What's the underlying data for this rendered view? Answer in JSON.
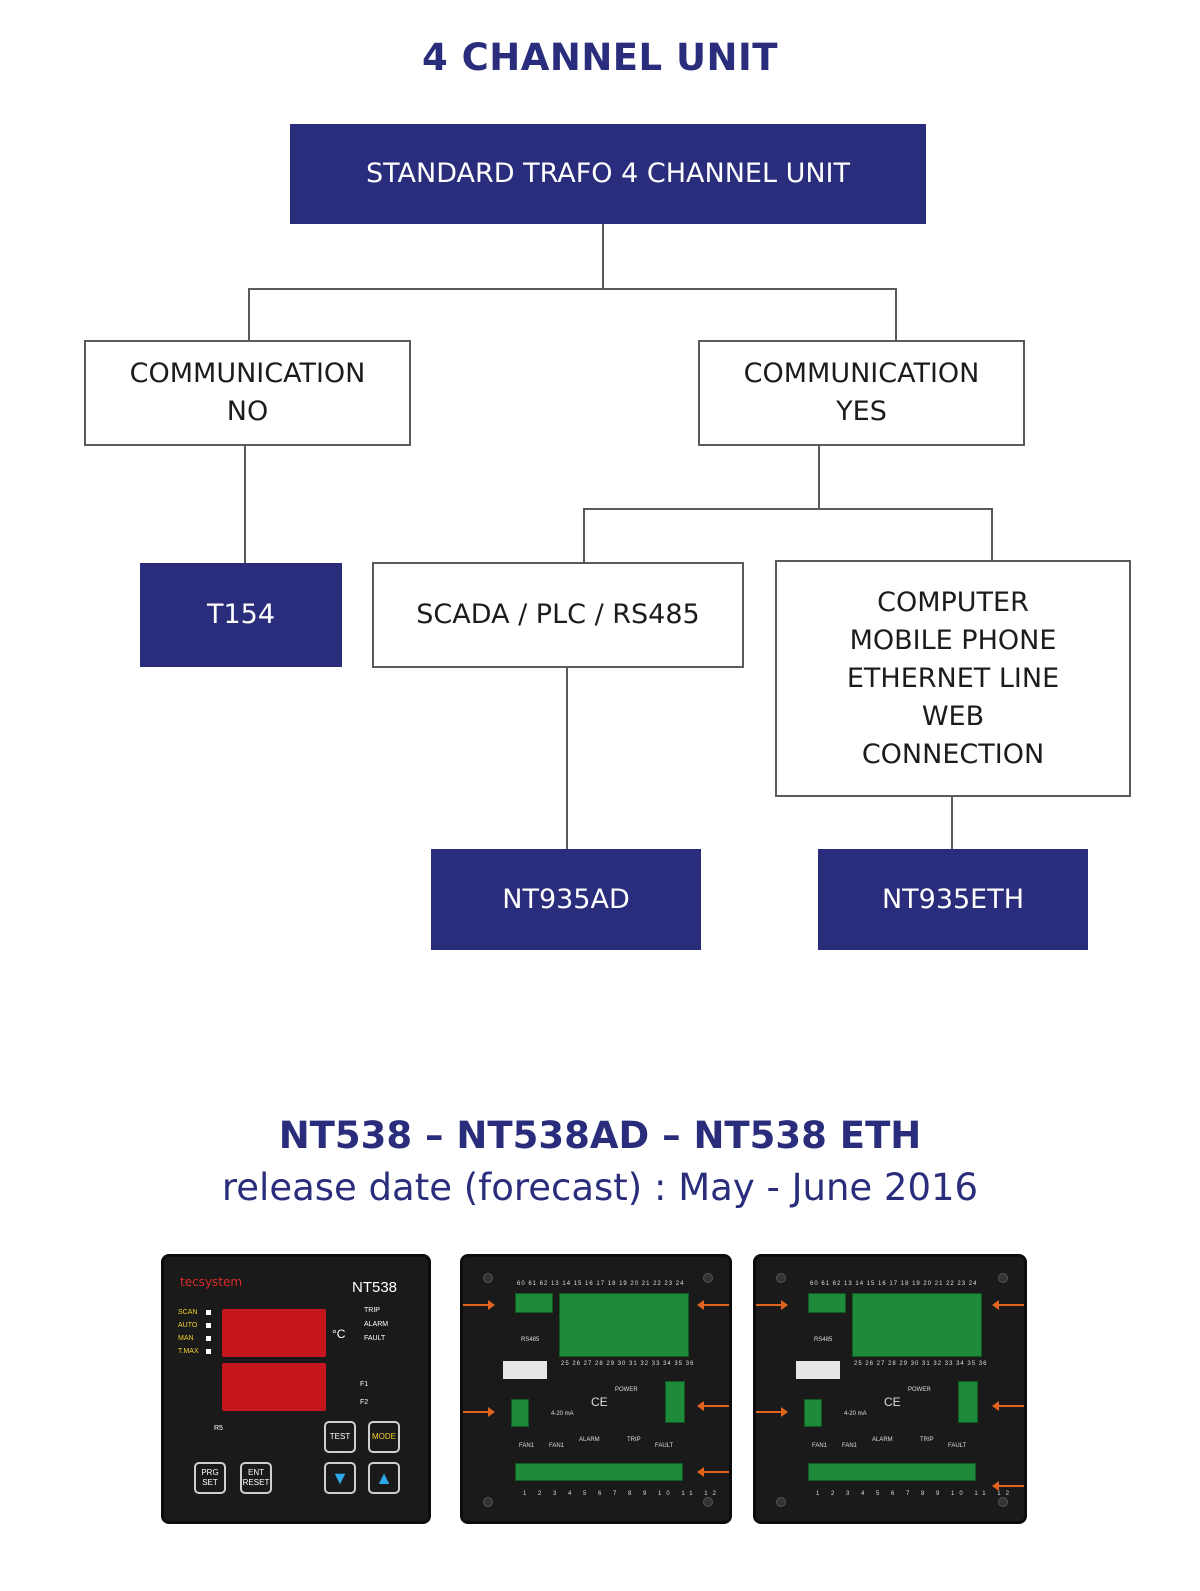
{
  "title": "4 CHANNEL UNIT",
  "tree": {
    "root": "STANDARD TRAFO 4 CHANNEL UNIT",
    "comm_no": [
      "COMMUNICATION",
      "NO"
    ],
    "comm_yes": [
      "COMMUNICATION",
      "YES"
    ],
    "t154": "T154",
    "scada": "SCADA / PLC / RS485",
    "computer": [
      "COMPUTER",
      "MOBILE PHONE",
      "ETHERNET LINE",
      "WEB",
      "CONNECTION"
    ],
    "nt935ad": "NT935AD",
    "nt935eth": "NT935ETH"
  },
  "models_title": "NT538 – NT538AD – NT538 ETH",
  "release_line": "release date (forecast) : May - June 2016",
  "colors": {
    "navy": "#292d7c",
    "title": "#2a2d7b",
    "line": "#5a5a5a"
  },
  "devices": {
    "front": {
      "brand": "tecsystem",
      "model": "NT538",
      "modes": [
        "SCAN",
        "AUTO",
        "MAN",
        "T.MAX"
      ],
      "status": [
        "TRIP",
        "ALARM",
        "FAULT"
      ],
      "unit": "°C",
      "fans": [
        "F1",
        "F2"
      ],
      "r5": "R5",
      "buttons": {
        "test": "TEST",
        "mode": "MODE",
        "prg": "PRG",
        "set": "SET",
        "ent": "ENT",
        "reset": "RESET"
      },
      "icons": [
        "down-arrow-icon",
        "up-arrow-icon"
      ]
    },
    "back": {
      "top_terminals": "60 61 62   13 14 15 16 17 18 19 20 21 22 23 24",
      "mid_terminals": "25 26 27 28 29 30 31 32 33 34 35 36",
      "bottom_terminals": "1 2 3 4 5 6 7 8 9 10 11 12",
      "relays": [
        "FAN1",
        "FAN1",
        "ALARM",
        "TRIP",
        "FAULT"
      ],
      "rs485": "RS485",
      "power": "POWER",
      "ce": "CE",
      "current": "4-20 mA"
    }
  }
}
